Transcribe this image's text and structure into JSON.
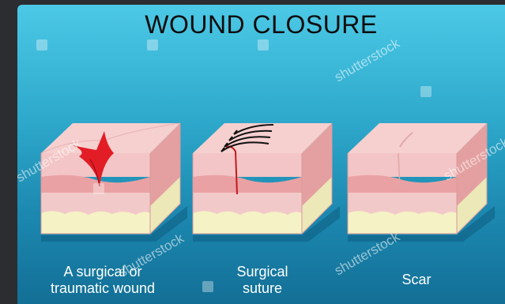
{
  "title": "WOUND CLOSURE",
  "stages": [
    {
      "caption_line1": "A surgical or",
      "caption_line2": "traumatic wound"
    },
    {
      "caption_line1": "Surgical",
      "caption_line2": "suture"
    },
    {
      "caption_line1": "Scar",
      "caption_line2": ""
    }
  ],
  "watermark": "shutterstock",
  "colors": {
    "background_top": "#4cc9e6",
    "background_bottom": "#136f96",
    "epidermis": "#f3c3c3",
    "dermis": "#eba3a4",
    "hypodermis": "#f0c6c6",
    "fat": "#f3f0c4",
    "wound": "#e21d25"
  }
}
